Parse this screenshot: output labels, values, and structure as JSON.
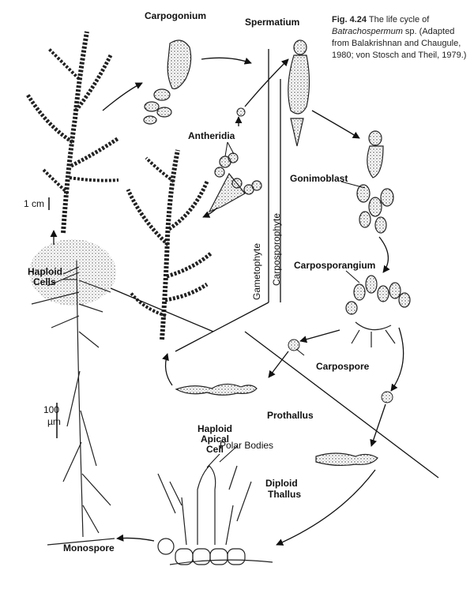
{
  "caption": {
    "fig_label": "Fig. 4.24",
    "text_before": " The life cycle of ",
    "genus": "Batrachospermum",
    "text_after": " sp. (Adapted from Balakrishnan and Chaugule, 1980; von Stosch and Theil, 1979.)"
  },
  "labels": {
    "carpogonium": "Carpogonium",
    "spermatium": "Spermatium",
    "antheridia": "Antheridia",
    "gonimoblast": "Gonimoblast",
    "scale_1cm": "1 cm",
    "haploid_cells_1": "Haploid",
    "haploid_cells_2": "Cells",
    "gametophyte": "Gametophyte",
    "carposporophyte": "Carposporophyte",
    "carposporangium": "Carposporangium",
    "carpospore": "Carpospore",
    "scale_100": "100",
    "scale_um": "µm",
    "prothallus": "Prothallus",
    "haploid_apical_1": "Haploid",
    "haploid_apical_2": "Apical",
    "haploid_apical_3": "Cell",
    "polar_bodies": "Polar Bodies",
    "diploid_thallus_1": "Diploid",
    "diploid_thallus_2": "Thallus",
    "monospore": "Monospore"
  },
  "colors": {
    "ink": "#111111",
    "stipple": "#2a2a2a"
  }
}
